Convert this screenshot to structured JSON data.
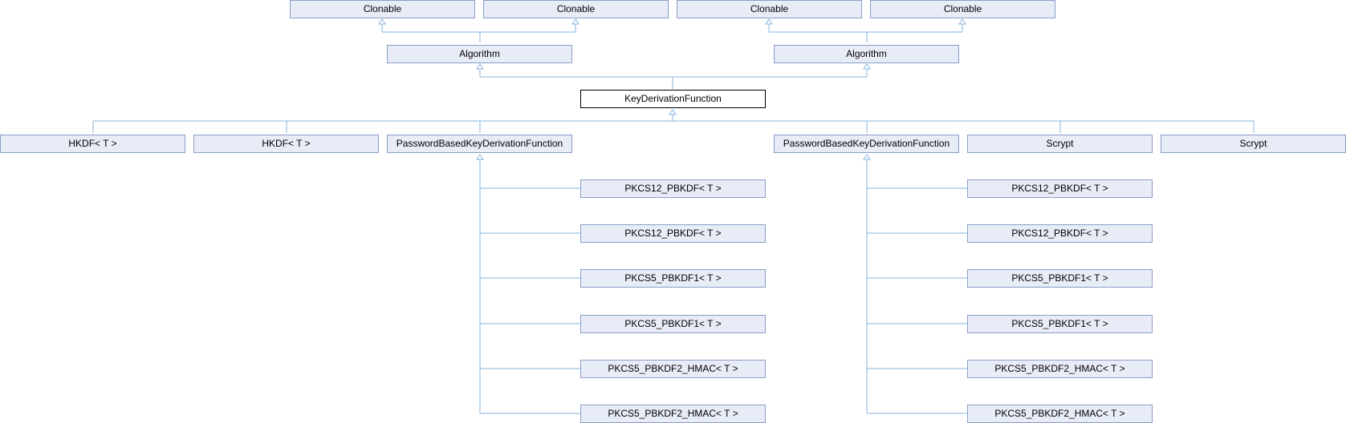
{
  "diagram": {
    "parents": {
      "clonable_1": "Clonable",
      "clonable_2": "Clonable",
      "clonable_3": "Clonable",
      "clonable_4": "Clonable",
      "algorithm_1": "Algorithm",
      "algorithm_2": "Algorithm"
    },
    "focus": "KeyDerivationFunction",
    "children": {
      "hkdf_1": "HKDF< T >",
      "hkdf_2": "HKDF< T >",
      "pbkdf_1": "PasswordBasedKeyDerivationFunction",
      "pbkdf_2": "PasswordBasedKeyDerivationFunction",
      "scrypt_1": "Scrypt",
      "scrypt_2": "Scrypt"
    },
    "left_pbkdf_subclasses": [
      "PKCS12_PBKDF< T >",
      "PKCS12_PBKDF< T >",
      "PKCS5_PBKDF1< T >",
      "PKCS5_PBKDF1< T >",
      "PKCS5_PBKDF2_HMAC< T >",
      "PKCS5_PBKDF2_HMAC< T >"
    ],
    "right_pbkdf_subclasses": [
      "PKCS12_PBKDF< T >",
      "PKCS12_PBKDF< T >",
      "PKCS5_PBKDF1< T >",
      "PKCS5_PBKDF1< T >",
      "PKCS5_PBKDF2_HMAC< T >",
      "PKCS5_PBKDF2_HMAC< T >"
    ],
    "colors": {
      "node_fill": "#e8ecf7",
      "node_border": "#8a9ec9",
      "edge": "#86b3de",
      "focus_border": "#000000"
    }
  }
}
